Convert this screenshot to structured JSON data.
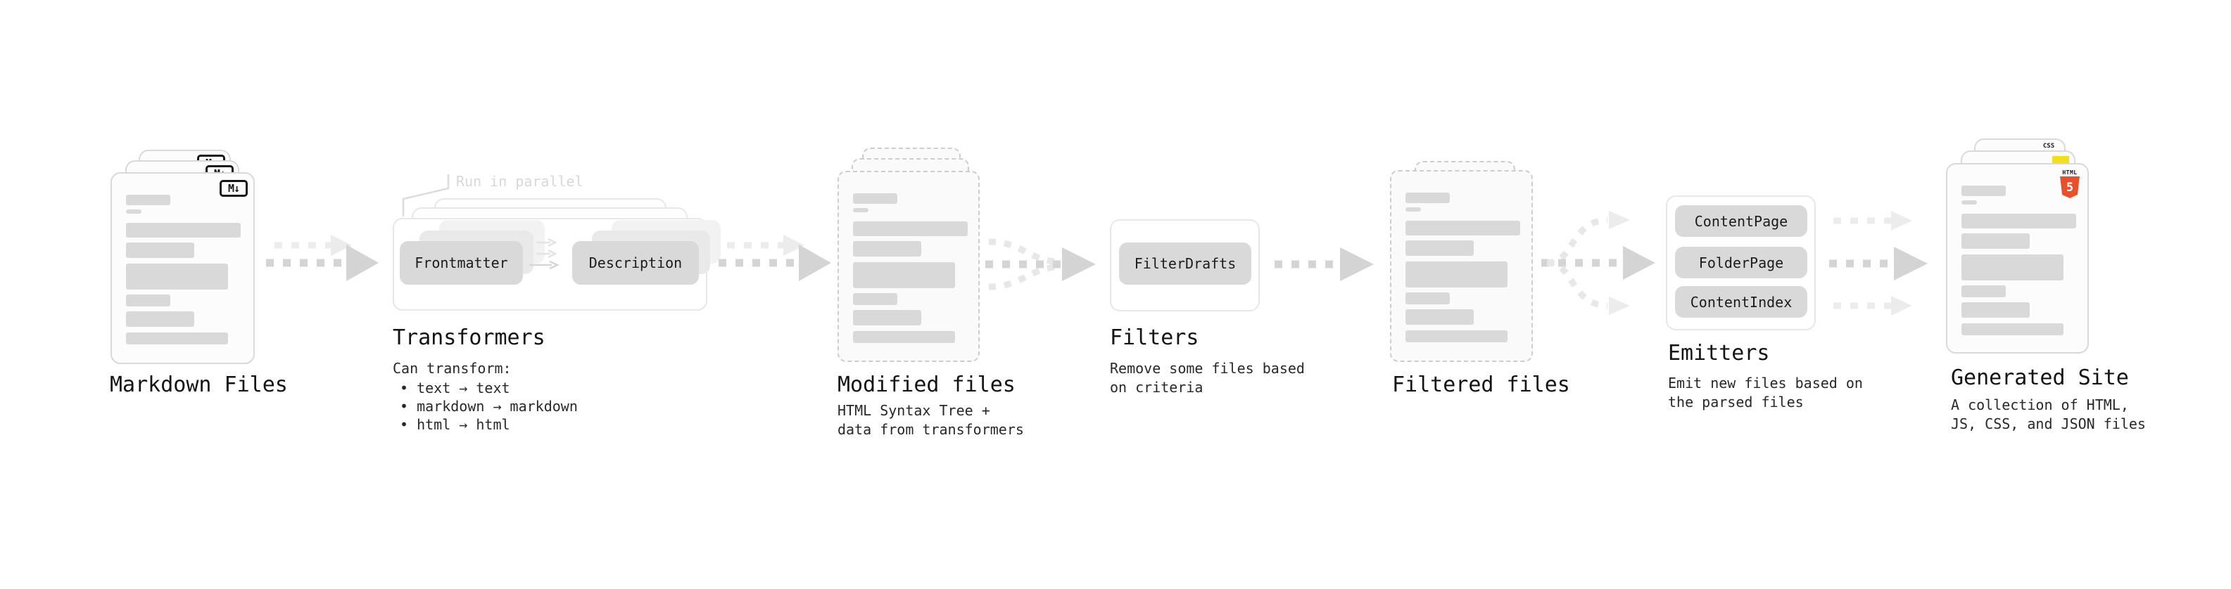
{
  "diagram": {
    "markdown_files": {
      "label": "Markdown Files",
      "badge": "M↓"
    },
    "transformers": {
      "annotation": "Run in parallel",
      "pills": [
        "Frontmatter",
        "Description"
      ],
      "label": "Transformers",
      "can_transform": {
        "title": "Can transform:",
        "items": [
          "• text → text",
          "• markdown → markdown",
          "• html → html"
        ]
      }
    },
    "modified_files": {
      "label": "Modified files",
      "sublabel": "HTML Syntax Tree +\ndata from transformers"
    },
    "filters": {
      "pills": [
        "FilterDrafts"
      ],
      "label": "Filters",
      "sublabel": "Remove some files based\non criteria"
    },
    "filtered_files": {
      "label": "Filtered files"
    },
    "emitters": {
      "pills": [
        "ContentPage",
        "FolderPage",
        "ContentIndex"
      ],
      "label": "Emitters",
      "sublabel": "Emit new files based on\nthe parsed files"
    },
    "generated_site": {
      "label": "Generated Site",
      "sublabel": "A collection of HTML,\nJS, CSS, and JSON files",
      "badges": {
        "css": "CSS",
        "html_word": "HTML",
        "html_number": "5"
      }
    }
  },
  "icons": {
    "markdown_badge": "markdown-icon",
    "css_badge": "css3-icon",
    "js_badge": "javascript-icon",
    "html_badge": "html5-shield-icon",
    "flow_arrows": "dashed-right-arrow-icon"
  },
  "colors": {
    "arrow_dark": "#d4d4d4",
    "arrow_light": "#ececec",
    "pill_fill": "#d9d9d9",
    "skeleton_bar": "#d9d9d9",
    "css_blue": "#2965f1",
    "js_yellow": "#f5de19",
    "html_orange": "#e8502b",
    "text": "#141414",
    "muted_annotation": "#d8d8d8"
  }
}
